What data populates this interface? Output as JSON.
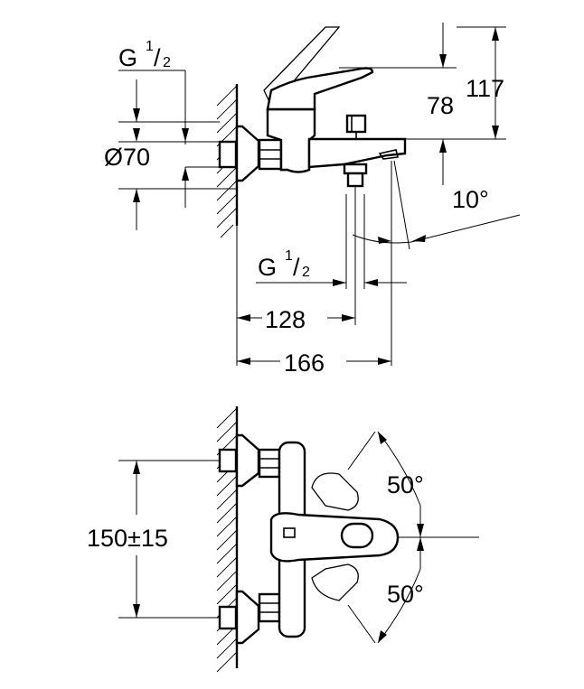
{
  "top_view": {
    "thread_top": {
      "main": "G",
      "sup": "1",
      "sub": "2"
    },
    "diameter": "Ø70",
    "height_78": "78",
    "height_117": "117",
    "angle_spout": "10°",
    "thread_bottom": {
      "main": "G",
      "sup": "1",
      "sub": "2"
    },
    "length_128": "128",
    "length_166": "166"
  },
  "front_view": {
    "distance": "150±15",
    "angle_up": "50°",
    "angle_down": "50°"
  }
}
